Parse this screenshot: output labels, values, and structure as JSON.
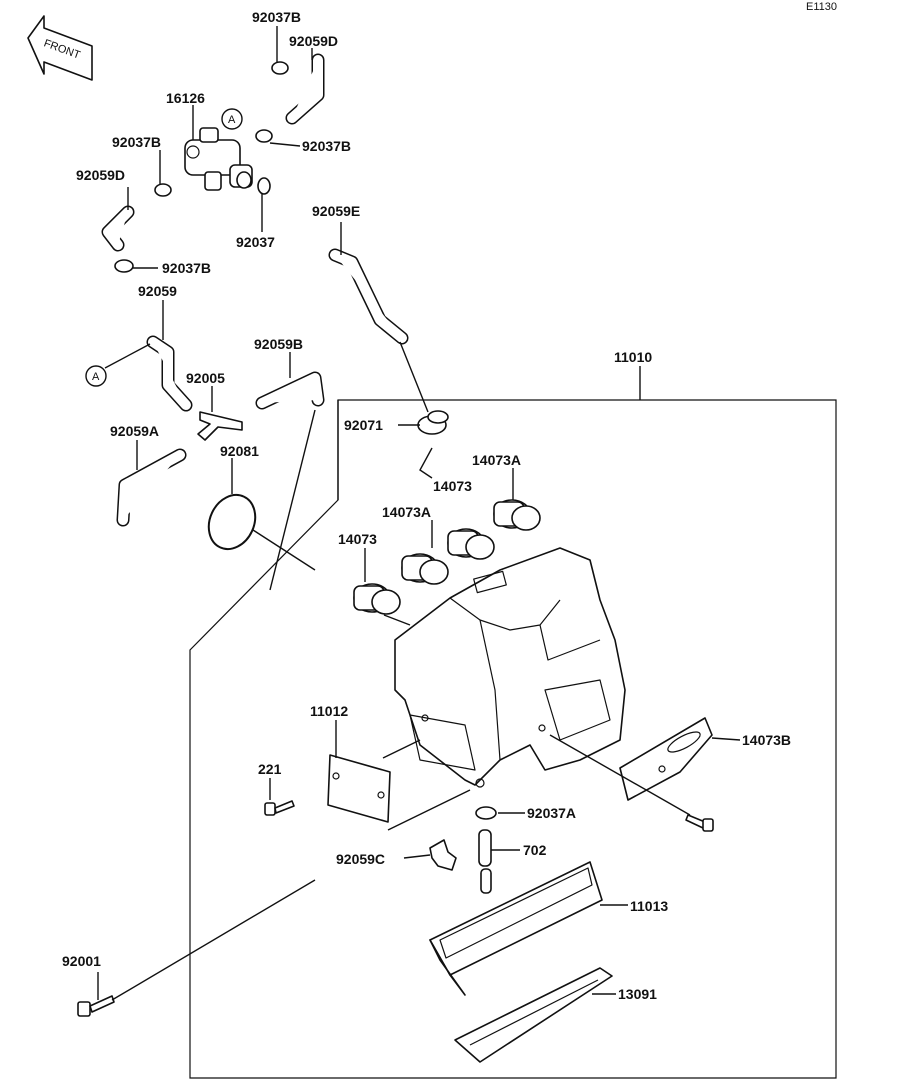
{
  "diagram_code": "E1130",
  "front_label": "FRONT",
  "marker": "A",
  "labels": {
    "p92037B_top": "92037B",
    "p92059D_top": "92059D",
    "p16126": "16126",
    "p92037B_left": "92037B",
    "p92037B_right": "92037B",
    "p92059D_left": "92059D",
    "p92037": "92037",
    "p92037B_mid": "92037B",
    "p92059E": "92059E",
    "p92059": "92059",
    "p92059B": "92059B",
    "p11010": "11010",
    "p92005": "92005",
    "p92059A": "92059A",
    "p92081": "92081",
    "p92071": "92071",
    "p14073A_right": "14073A",
    "p14073_right": "14073",
    "p14073A_left": "14073A",
    "p14073_left": "14073",
    "p11012": "11012",
    "p14073B": "14073B",
    "p221": "221",
    "p92037A": "92037A",
    "p702": "702",
    "p92059C": "92059C",
    "p11013": "11013",
    "p92001": "92001",
    "p13091": "13091"
  }
}
